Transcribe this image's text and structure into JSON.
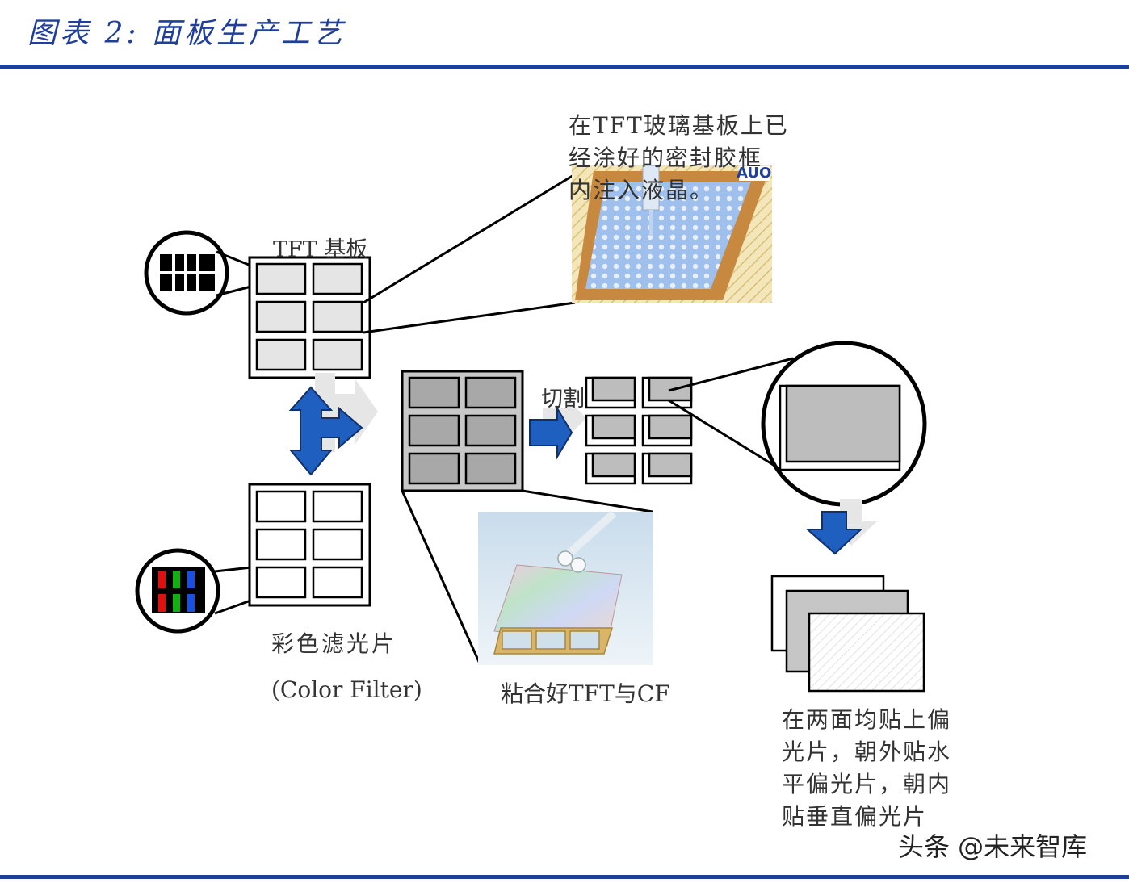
{
  "header": {
    "title": "图表 2:  面板生产工艺"
  },
  "labels": {
    "tft_substrate": "TFT 基板",
    "injection_note_lines": [
      "在TFT玻璃基板上已",
      "经涂好的密封胶框",
      "内注入液晶。"
    ],
    "brand_logo": "AUO",
    "cutting": "切割",
    "color_filter_cn": "彩色滤光片",
    "color_filter_en": "(Color Filter)",
    "bonded": "粘合好TFT与CF",
    "polarizer_note_lines": [
      "在两面均贴上偏",
      "光片，朝外贴水",
      "平偏光片，朝内",
      "贴垂直偏光片"
    ]
  },
  "watermark": "头条 @未来智库",
  "colors": {
    "brand_blue": "#1f3f9b",
    "arrow_blue": "#1f5fbf",
    "cell_gray": "#bdbdbd",
    "panel_gray": "#c8c8c8",
    "frame_orange": "#c7893f",
    "lc_blue": "#8fb4e6"
  }
}
